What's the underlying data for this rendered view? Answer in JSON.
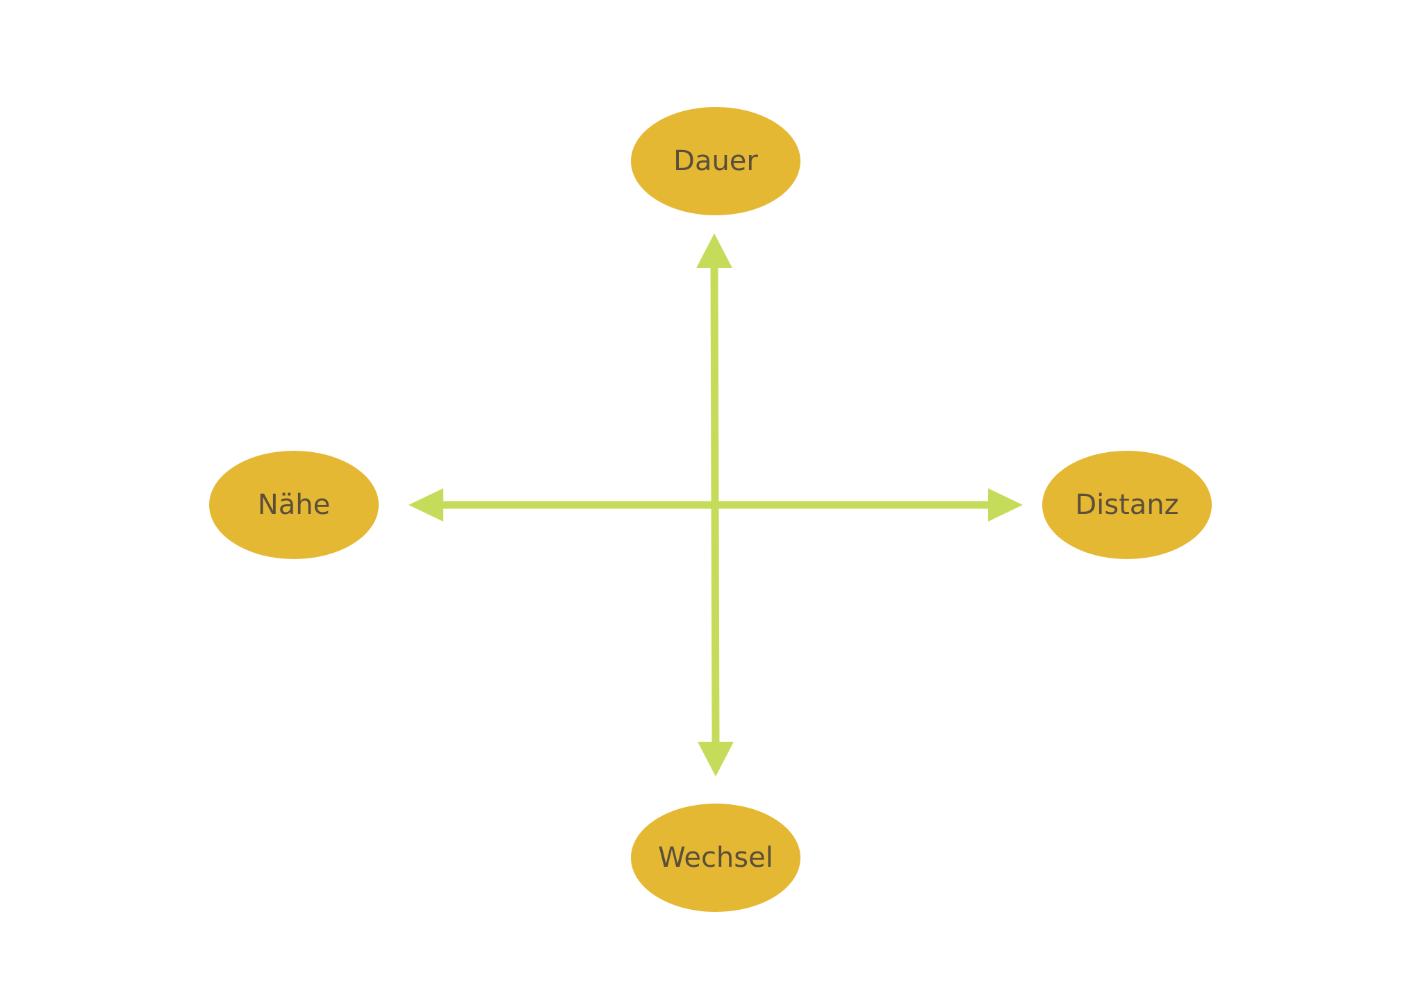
{
  "nodes": {
    "top": "Dauer",
    "left": "Nähe",
    "right": "Distanz",
    "bottom": "Wechsel"
  },
  "colors": {
    "node_fill": "#e5b833",
    "label_text": "#5b4f3a",
    "arrow": "#c5dc5a",
    "background": "#ffffff"
  }
}
